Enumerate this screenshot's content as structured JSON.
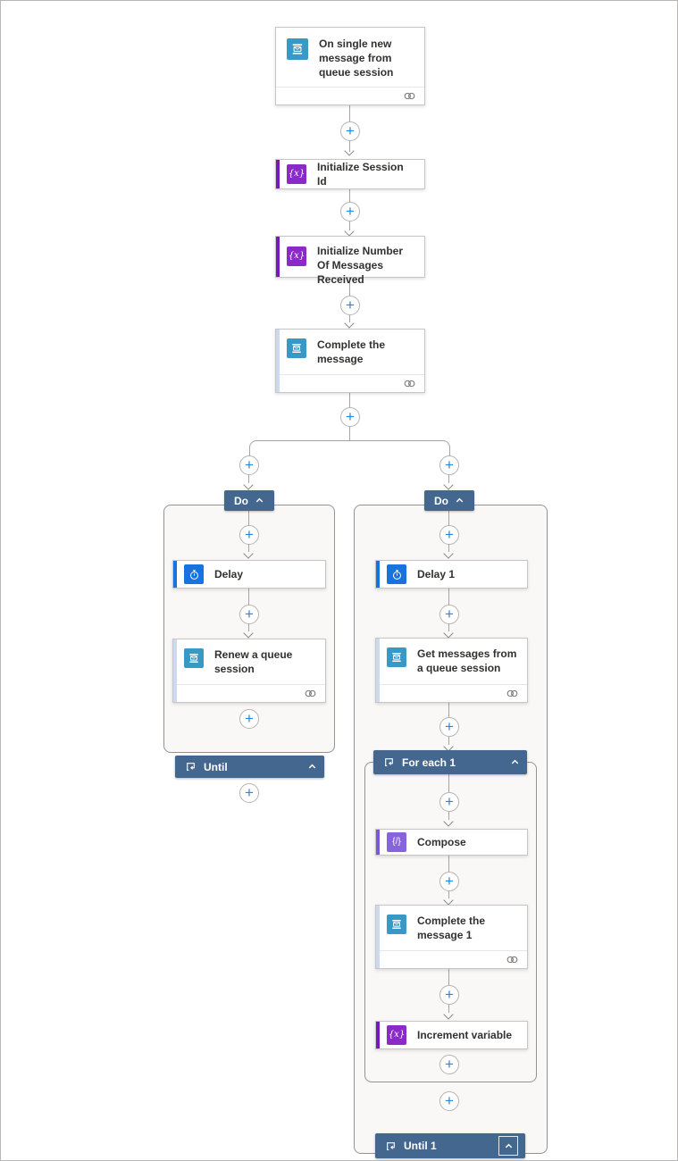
{
  "glyphs": {
    "plus": "+",
    "variables": "{x}",
    "compose": "{/}"
  },
  "nodes": {
    "trigger": "On single new message from queue session",
    "init_session": "Initialize Session Id",
    "init_count": "Initialize Number Of Messages Received",
    "complete_message": "Complete the message",
    "do_left": "Do",
    "delay": "Delay",
    "renew_session": "Renew a queue session",
    "until_left": "Until",
    "do_right": "Do",
    "delay_1": "Delay 1",
    "get_messages": "Get messages from a queue session",
    "for_each_1": "For each 1",
    "compose": "Compose",
    "complete_message_1": "Complete the message 1",
    "increment_variable": "Increment variable",
    "until_1": "Until 1"
  },
  "colors": {
    "service_bus_icon": "#3999c6",
    "schedule_icon": "#1673df",
    "variables_icon": "#8a2bc9",
    "variables_stripe": "#7619b5",
    "compose_icon": "#8763dd",
    "service_bus_stripe": "#cdd9ee",
    "scope_header": "#44678f",
    "scope_fill": "#f9f8f6",
    "plus": "#2b88d8",
    "connector_line": "#a6a4a2",
    "card_border": "#c8c6c4",
    "text": "#323130"
  }
}
